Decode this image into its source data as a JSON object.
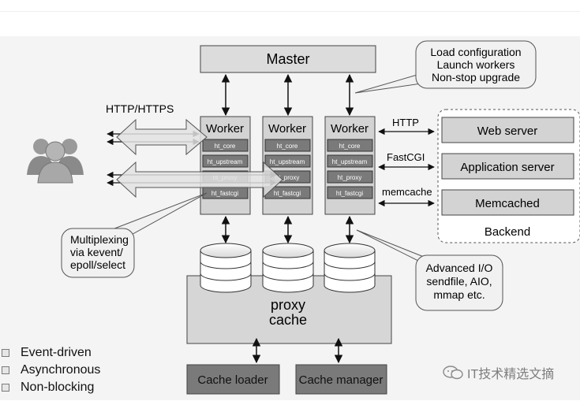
{
  "master": "Master",
  "notes": {
    "master": [
      "Load configuration",
      "Launch workers",
      "Non-stop upgrade"
    ],
    "multiplexing": [
      "Multiplexing",
      "via kevent/",
      "epoll/select"
    ],
    "io": [
      "Advanced I/O",
      "sendfile, AIO,",
      "mmap etc."
    ]
  },
  "workers": [
    {
      "title": "Worker",
      "modules": [
        "ht_core",
        "ht_upstream",
        "ht_proxy",
        "ht_fastcgi"
      ]
    },
    {
      "title": "Worker",
      "modules": [
        "ht_core",
        "ht_upstream",
        "ht_proxy",
        "ht_fastcgi"
      ]
    },
    {
      "title": "Worker",
      "modules": [
        "ht_core",
        "ht_upstream",
        "ht_proxy",
        "ht_fastcgi"
      ]
    }
  ],
  "protocols": {
    "client": "HTTP/HTTPS",
    "http": "HTTP",
    "fastcgi": "FastCGI",
    "memcache": "memcache"
  },
  "backend": {
    "items": [
      "Web server",
      "Application server",
      "Memcached"
    ],
    "label": "Backend"
  },
  "proxy_cache": [
    "proxy",
    "cache"
  ],
  "cache_loader": "Cache loader",
  "cache_manager": "Cache manager",
  "legend": [
    "Event-driven",
    "Asynchronous",
    "Non-blocking"
  ],
  "watermark": "IT技术精选文摘",
  "colors": {
    "box": "#dcdcdc",
    "worker": "#d3d3d3",
    "dark": "#777777",
    "line": "#111111",
    "note": "#f1f1f1"
  }
}
